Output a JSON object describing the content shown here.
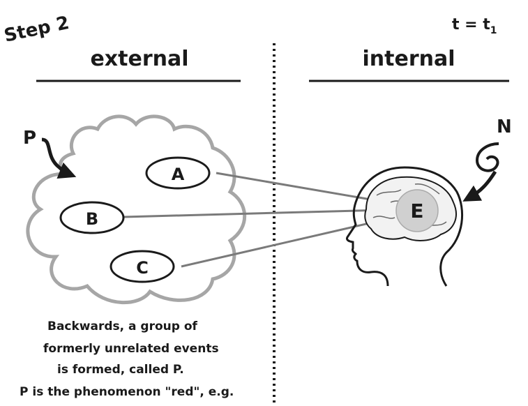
{
  "step_label": "Step 2",
  "time_label": "t = t",
  "time_subscript": "1",
  "left_heading": "external",
  "right_heading": "internal",
  "group_label": "P",
  "events": [
    {
      "label": "A"
    },
    {
      "label": "B"
    },
    {
      "label": "C"
    }
  ],
  "brain_label": "E",
  "influence_label": "N",
  "caption_lines": [
    "Backwards, a group of",
    "formerly unrelated events",
    "is formed, called P.",
    "P is the phenomenon \"red\", e.g."
  ],
  "colors": {
    "ink": "#1a1a1a",
    "cloud_outline": "#a6a6a6",
    "link_line": "#7a7a7a",
    "brain_fill": "#d0d0d0"
  }
}
